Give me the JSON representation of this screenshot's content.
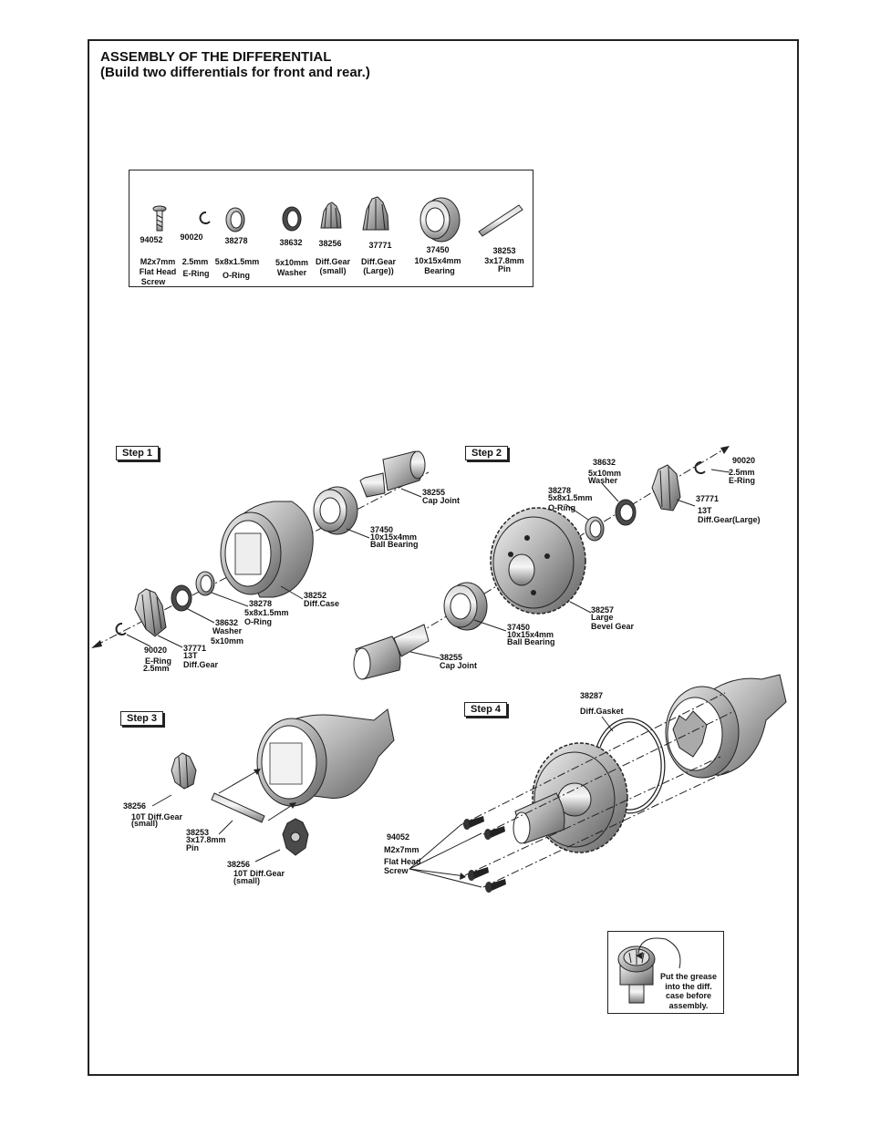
{
  "heading": {
    "line1": "ASSEMBLY OF THE DIFFERENTIAL",
    "line2": "(Build two differentials for front and rear.)"
  },
  "parts": [
    {
      "code": "94052",
      "desc": [
        "M2x7mm",
        "Flat Head",
        "Screw"
      ]
    },
    {
      "code": "90020",
      "desc": [
        "2.5mm",
        "E-Ring"
      ]
    },
    {
      "code": "38278",
      "desc": [
        "5x8x1.5mm",
        "O-Ring"
      ]
    },
    {
      "code": "38632",
      "desc": [
        "5x10mm",
        "Washer"
      ]
    },
    {
      "code": "38256",
      "desc": [
        "Diff.Gear",
        "(small)"
      ]
    },
    {
      "code": "37771",
      "desc": [
        "Diff.Gear",
        "(Large))"
      ]
    },
    {
      "code": "37450",
      "desc": [
        "10x15x4mm",
        "Bearing"
      ]
    },
    {
      "code": "38253",
      "desc": [
        "3x17.8mm",
        "Pin"
      ]
    }
  ],
  "steps": {
    "s1": "Step 1",
    "s2": "Step 2",
    "s3": "Step 3",
    "s4": "Step 4"
  },
  "step1": {
    "cap_joint": [
      "38255",
      "Cap Joint"
    ],
    "bearing": [
      "37450",
      "10x15x4mm",
      "Ball Bearing"
    ],
    "case": [
      "38252",
      "Diff.Case"
    ],
    "oring": [
      "38278",
      "5x8x1.5mm",
      "O-Ring"
    ],
    "washer": [
      "38632",
      "Washer",
      "5x10mm"
    ],
    "ering": [
      "90020",
      "E-Ring",
      "2.5mm"
    ],
    "gear": [
      "37771",
      "13T",
      "Diff.Gear"
    ]
  },
  "step2": {
    "washer": [
      "38632",
      "5x10mm",
      "Washer"
    ],
    "ering": [
      "90020",
      "2.5mm",
      "E-Ring"
    ],
    "oring": [
      "38278",
      "5x8x1.5mm",
      "O-Ring"
    ],
    "gear": [
      "37771",
      "13T",
      "Diff.Gear(Large)"
    ],
    "bevel": [
      "38257",
      "Large",
      "Bevel Gear"
    ],
    "bearing": [
      "37450",
      "10x15x4mm",
      "Ball Bearing"
    ],
    "cap_joint": [
      "38255",
      "Cap Joint"
    ]
  },
  "step3": {
    "gear_a": [
      "38256",
      "10T Diff.Gear",
      "(small)"
    ],
    "pin": [
      "38253",
      "3x17.8mm",
      "Pin"
    ],
    "gear_b": [
      "38256",
      "10T Diff.Gear",
      "(small)"
    ]
  },
  "step4": {
    "gasket": [
      "38287",
      "Diff.Gasket"
    ],
    "screw": [
      "94052",
      "M2x7mm",
      "Flat Head",
      "Screw"
    ]
  },
  "tip": [
    "Put the grease",
    "into the diff.",
    "case before",
    "assembly."
  ],
  "colors": {
    "line": "#222222",
    "part_fill": "#b8b8b8",
    "part_dark": "#6e6e6e"
  }
}
